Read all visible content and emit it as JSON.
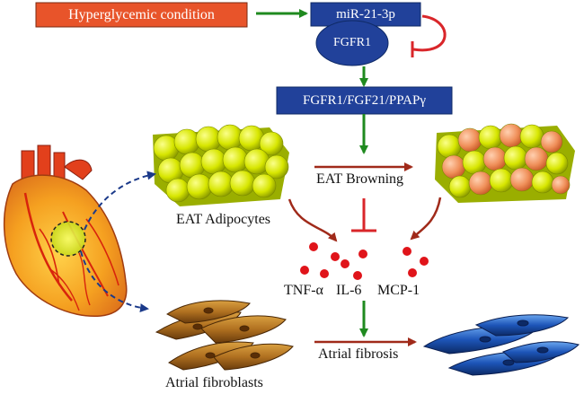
{
  "nodes": {
    "hyperglycemic": "Hyperglycemic condition",
    "mir": "miR-21-3p",
    "fgfr1": "FGFR1",
    "pathway": "FGFR1/FGF21/PPAPγ"
  },
  "labels": {
    "eat_adipocytes": "EAT Adipocytes",
    "eat_browning": "EAT Browning",
    "tnf": "TNF-α",
    "il6": "IL-6",
    "mcp1": "MCP-1",
    "atrial_fibrosis": "Atrial fibrosis",
    "atrial_fibroblasts": "Atrial fibroblasts"
  },
  "colors": {
    "orange_box": "#e8542a",
    "blue_box": "#21419a",
    "green_arrow": "#1f8a1f",
    "red_inhibit": "#d9262a",
    "dark_red_arrow": "#a02a1a",
    "yellow_fat": "#d7e600",
    "orange_fat": "#f0905a",
    "dark_blue_dashed": "#1b3a8a",
    "cytokine_red": "#e0141a"
  }
}
